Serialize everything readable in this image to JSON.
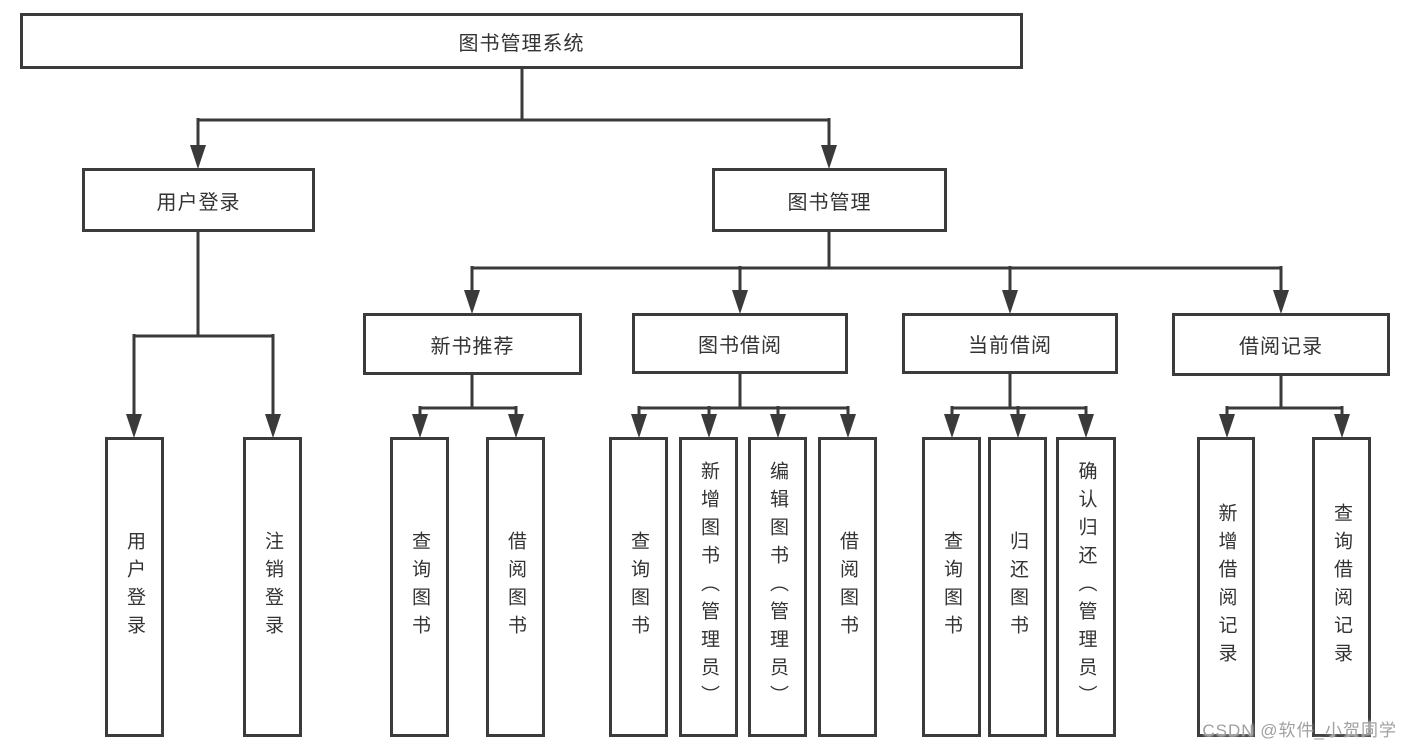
{
  "watermark": "CSDN @软件_小贺同学",
  "diagram": {
    "root": {
      "label": "图书管理系统"
    },
    "branches": {
      "user_login": {
        "label": "用户登录"
      },
      "book_management": {
        "label": "图书管理"
      }
    },
    "modules": {
      "new_book_recommend": {
        "label": "新书推荐"
      },
      "book_borrowing": {
        "label": "图书借阅"
      },
      "current_borrowing": {
        "label": "当前借阅"
      },
      "borrowing_records": {
        "label": "借阅记录"
      }
    },
    "leaves": {
      "user_login": {
        "label": "用户登录"
      },
      "logout": {
        "label": "注销登录"
      },
      "nb_query_books": {
        "label": "查询图书"
      },
      "nb_borrow_books": {
        "label": "借阅图书"
      },
      "bb_query_books": {
        "label": "查询图书"
      },
      "bb_add_books": {
        "label": "新增图书（管理员）"
      },
      "bb_edit_books": {
        "label": "编辑图书（管理员）"
      },
      "bb_borrow_books": {
        "label": "借阅图书"
      },
      "cb_query_books": {
        "label": "查询图书"
      },
      "cb_return_books": {
        "label": "归还图书"
      },
      "cb_confirm_return": {
        "label": "确认归还（管理员）"
      },
      "br_add_record": {
        "label": "新增借阅记录"
      },
      "br_query_record": {
        "label": "查询借阅记录"
      }
    }
  }
}
